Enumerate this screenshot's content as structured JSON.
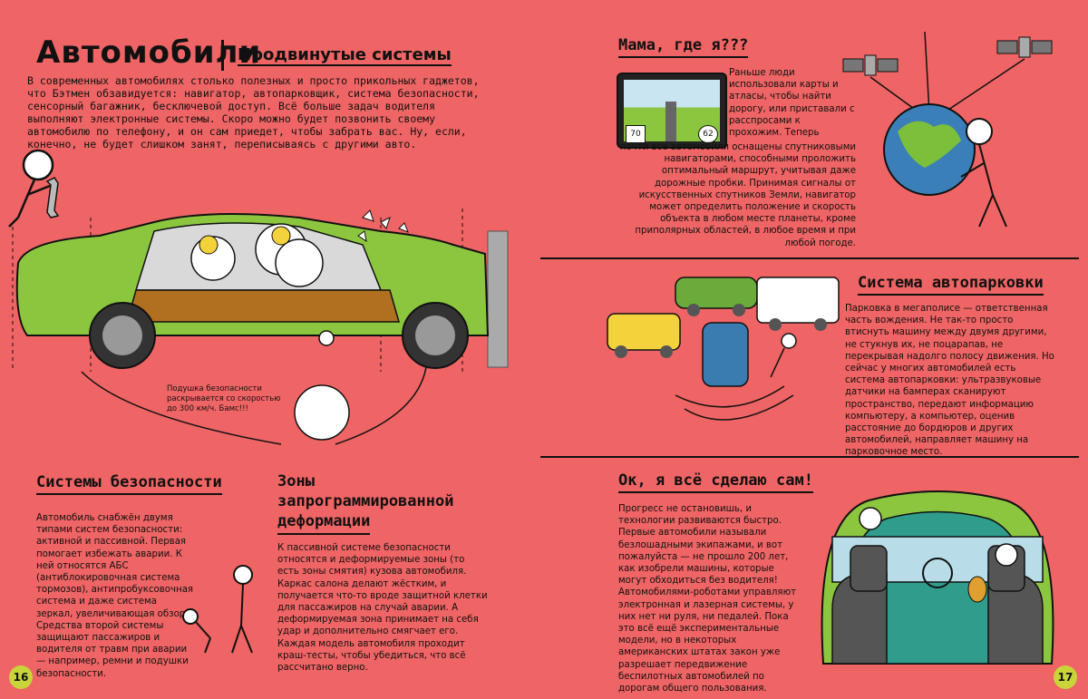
{
  "header": {
    "title": "Автомобили",
    "subtitle": "Продвинутые системы"
  },
  "intro": "В современных автомобилях столько полезных и просто прикольных гаджетов, что Бэтмен обзавидуется: навигатор, автопарковщик, система безопасности, сенсорный багажник, бесключевой доступ. Всё больше задач водителя выполняют электронные системы. Скоро можно будет позвонить своему автомобилю по телефону, и он сам приедет, чтобы забрать вас. Ну, если, конечно, не будет слишком занят, переписываясь с другими авто.",
  "airbag_caption": "Подушка безопасности раскрывается со скоростью до 300 км/ч. Бамс!!!",
  "safety": {
    "heading": "Системы безопасности",
    "text": "Автомобиль снабжён двумя типами систем безопасности: активной и пассивной. Первая помогает избежать аварии. К ней относятся АБС (антиблокировочная система тормозов), антипробуксовочная система и даже система зеркал, увеличивающая обзор. Средства второй системы защищают пассажиров и водителя от травм при аварии — например, ремни и подушки безопасности."
  },
  "crumple": {
    "heading_line1": "Зоны",
    "heading_line2": "запрограммированной",
    "heading_line3": "деформации",
    "text": "К пассивной системе безопасности относятся и деформируемые зоны (то есть зоны смятия) кузова автомобиля. Каркас салона делают жёстким, и получается что-то вроде защитной клетки для пассажиров на случай аварии. А деформируемая зона принимает на себя удар и дополнительно смягчает его. Каждая модель автомобиля проходит краш-тесты, чтобы убедиться, что всё рассчитано верно."
  },
  "navigation": {
    "heading": "Мама, где я???",
    "text_top": "Раньше люди использовали карты и атласы, чтобы найти дорогу, или приставали с расспросами к прохожим. Теперь",
    "text_bottom": "почти все автомобили оснащены спутниковыми навигаторами, способными проложить оптимальный маршрут, учитывая даже дорожные пробки. Принимая сигналы от искусственных спутников Земли, навигатор может определить положение и скорость объекта в любом месте планеты, кроме приполярных областей, в любое время и при любой погоде.",
    "screen_left": "70",
    "screen_right": "62"
  },
  "parking": {
    "heading": "Система автопарковки",
    "text": "Парковка в мегаполисе — ответственная часть вождения. Не так-то просто втиснуть машину между двумя другими, не стукнув их, не поцарапав, не перекрывая надолго полосу движения. Но сейчас у многих автомобилей есть система автопарковки: ультразвуковые датчики на бамперах сканируют пространство, передают информацию компьютеру, а компьютер, оценив расстояние до бордюров и других автомобилей, направляет машину на парковочное место."
  },
  "selfdrive": {
    "heading": "Ок, я всё сделаю сам!",
    "text": "Прогресс не остановишь, и технологии развиваются быстро. Первые автомобили называли безлошадными экипажами, и вот пожалуйста — не прошло 200 лет, как изобрели машины, которые могут обходиться без водителя! Автомобилями-роботами управляют электронная и лазерная системы, у них нет ни руля, ни педалей. Пока это всё ещё экспериментальные модели, но в некоторых американских штатах закон уже разрешает передвижение беспилотных автомобилей по дорогам общего пользования."
  },
  "pages": {
    "left": "16",
    "right": "17"
  },
  "colors": {
    "background": "#ef6464",
    "car": "#8cc63f",
    "accent": "#c8d43a"
  }
}
